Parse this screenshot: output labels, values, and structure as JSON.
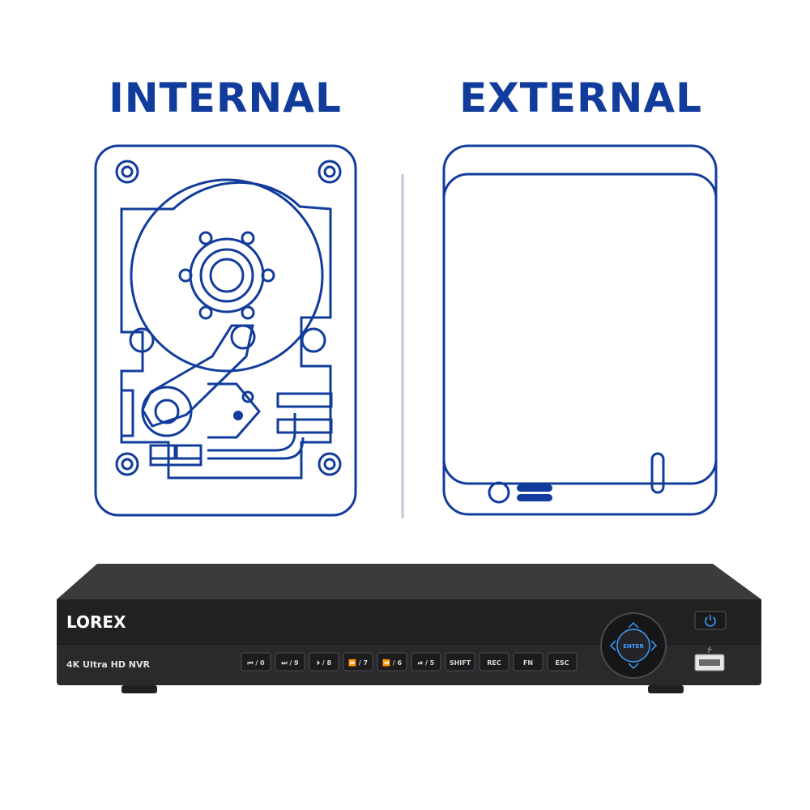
{
  "headings": {
    "internal": "INTERNAL",
    "external": "EXTERNAL"
  },
  "nvr": {
    "brand": "LOREX",
    "model": "4K Ultra HD NVR",
    "buttons": [
      "⏮ / 0",
      "⏭ / 9",
      "⏵ / 8",
      "⏩ / 7",
      "⏪ / 6",
      "⏯ / 5",
      "SHIFT",
      "REC",
      "FN",
      "ESC"
    ],
    "dpad_center": "ENTER"
  },
  "colors": {
    "accent": "#123c9c",
    "nvr_body": "#2a2a2c",
    "nvr_top": "#3b3b3e",
    "button_label": "#d8d8d8",
    "dpad_glow": "#3aa0ff"
  },
  "icons": {
    "internal": "internal-hard-drive-icon",
    "external": "external-hard-drive-icon",
    "power": "power-icon",
    "usb": "usb-port-icon"
  }
}
